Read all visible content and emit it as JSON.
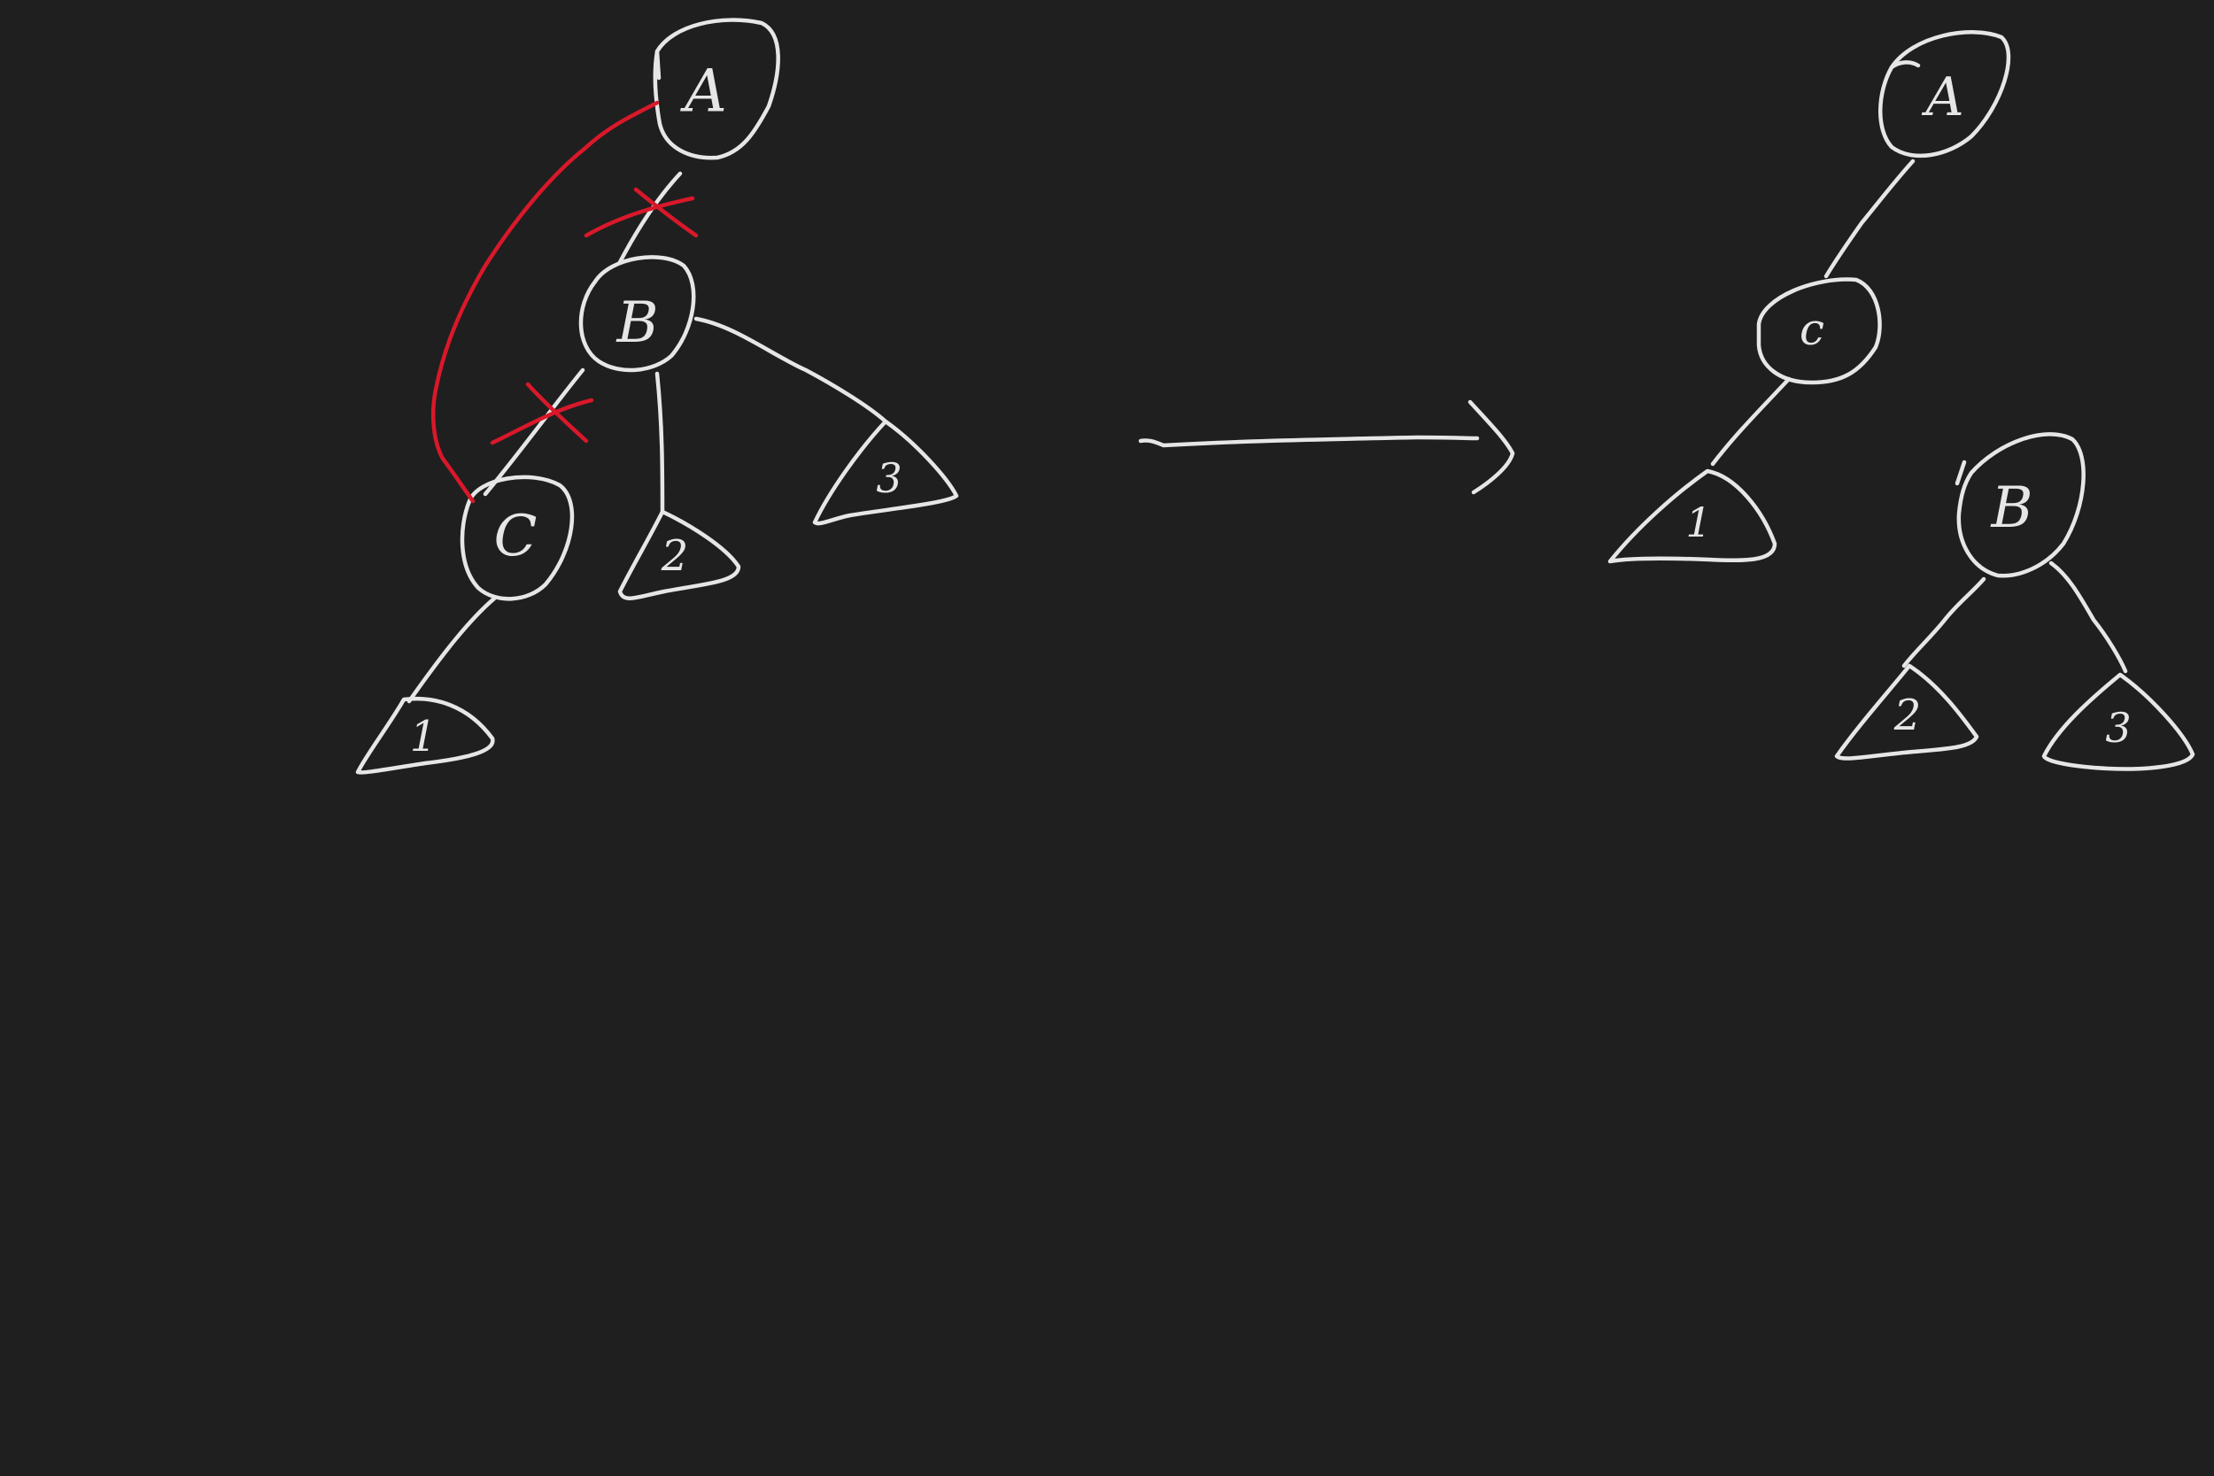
{
  "colors": {
    "background": "#1f1f1f",
    "ink": "#e6e6e6",
    "highlight": "#d9182a"
  },
  "before": {
    "nodes": {
      "a": "A",
      "b": "B",
      "c": "C"
    },
    "subtrees": {
      "one": "1",
      "two": "2",
      "three": "3"
    }
  },
  "after": {
    "nodes": {
      "a": "A",
      "b": "B",
      "c": "c"
    },
    "subtrees": {
      "one": "1",
      "two": "2",
      "three": "3"
    }
  }
}
